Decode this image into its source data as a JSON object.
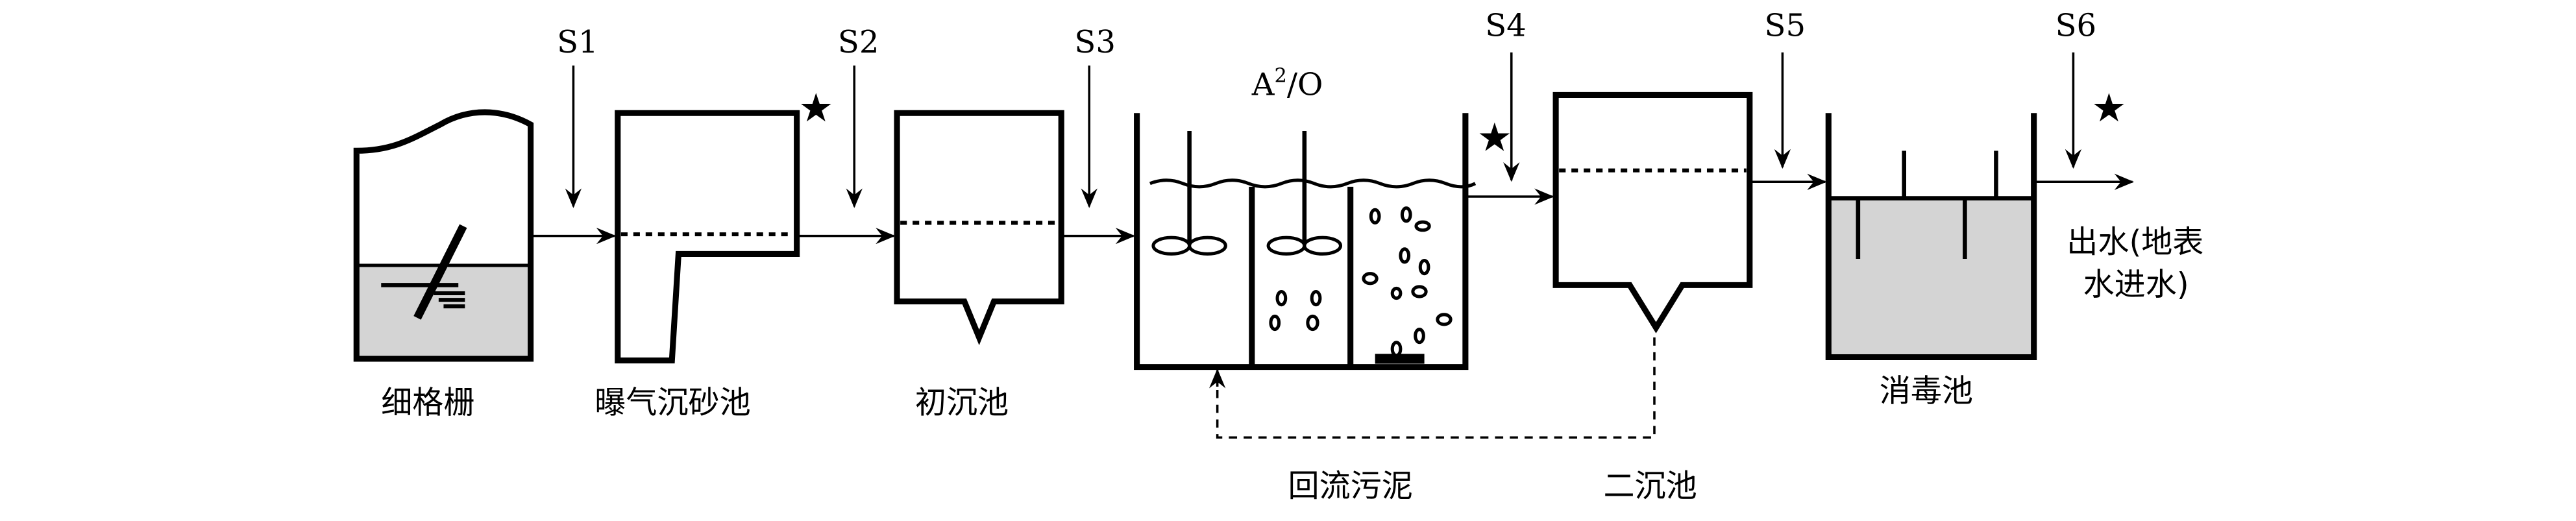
{
  "sampling_points": [
    "S1",
    "S2",
    "S3",
    "S4",
    "S5",
    "S6"
  ],
  "units": {
    "fine_screen": "细格栅",
    "aerated_grit": "曝气沉砂池",
    "primary_clarifier": "初沉池",
    "a2o": "A",
    "a2o_sup": "2",
    "a2o_tail": "/O",
    "secondary_clarifier": "二沉池",
    "disinfection": "消毒池"
  },
  "return_sludge": "回流污泥",
  "effluent_line1": "出水(地表",
  "effluent_line2": "水进水)",
  "markers": {
    "star_icon_count": 3
  }
}
